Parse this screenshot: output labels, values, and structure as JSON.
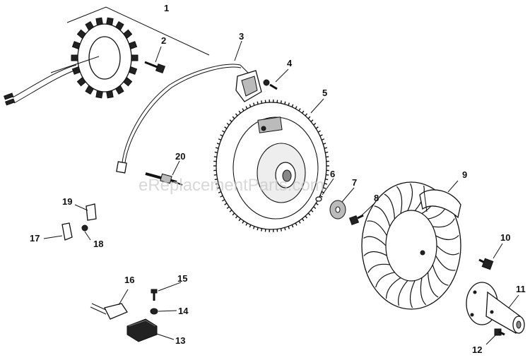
{
  "diagram": {
    "watermark": "eReplacementParts.com",
    "callouts": [
      {
        "id": "c1",
        "label": "1"
      },
      {
        "id": "c2",
        "label": "2"
      },
      {
        "id": "c3",
        "label": "3"
      },
      {
        "id": "c4",
        "label": "4"
      },
      {
        "id": "c5",
        "label": "5"
      },
      {
        "id": "c6",
        "label": "6"
      },
      {
        "id": "c7",
        "label": "7"
      },
      {
        "id": "c8",
        "label": "8"
      },
      {
        "id": "c9",
        "label": "9"
      },
      {
        "id": "c10",
        "label": "10"
      },
      {
        "id": "c11",
        "label": "11"
      },
      {
        "id": "c12",
        "label": "12"
      },
      {
        "id": "c13",
        "label": "13"
      },
      {
        "id": "c14",
        "label": "14"
      },
      {
        "id": "c15",
        "label": "15"
      },
      {
        "id": "c16",
        "label": "16"
      },
      {
        "id": "c17",
        "label": "17"
      },
      {
        "id": "c18",
        "label": "18"
      },
      {
        "id": "c19",
        "label": "19"
      },
      {
        "id": "c20",
        "label": "20"
      }
    ]
  }
}
